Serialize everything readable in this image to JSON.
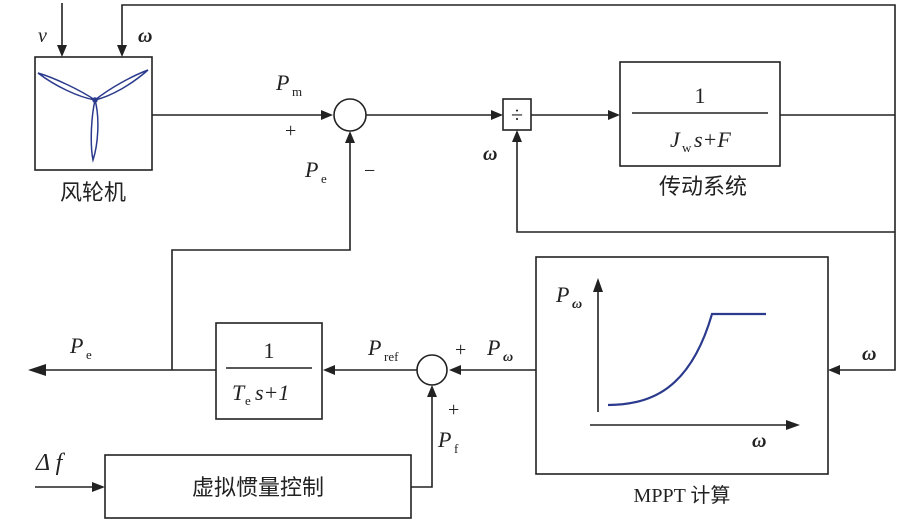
{
  "blocks": {
    "wind_turbine": "风轮机",
    "drive_system": "传动系统",
    "virtual_inertia": "虚拟惯量控制",
    "mppt": "MPPT 计算"
  },
  "symbols": {
    "v": "v",
    "omega": "ω",
    "P": "P",
    "sub_m": "m",
    "sub_e": "e",
    "sub_ref": "ref",
    "sub_f": "f",
    "one": "1",
    "plus": "+",
    "minus": "−",
    "divide": "÷",
    "delta_f": "Δ f",
    "drive_den_J": "J",
    "drive_den_w": "w",
    "drive_den_rest": "s+F",
    "filter_den_T": "T",
    "filter_den_rest": "s+1"
  },
  "colors": {
    "line": "#222222",
    "turbine_blade": "#2b3a8c",
    "mppt_curve": "#2b3a8c"
  }
}
